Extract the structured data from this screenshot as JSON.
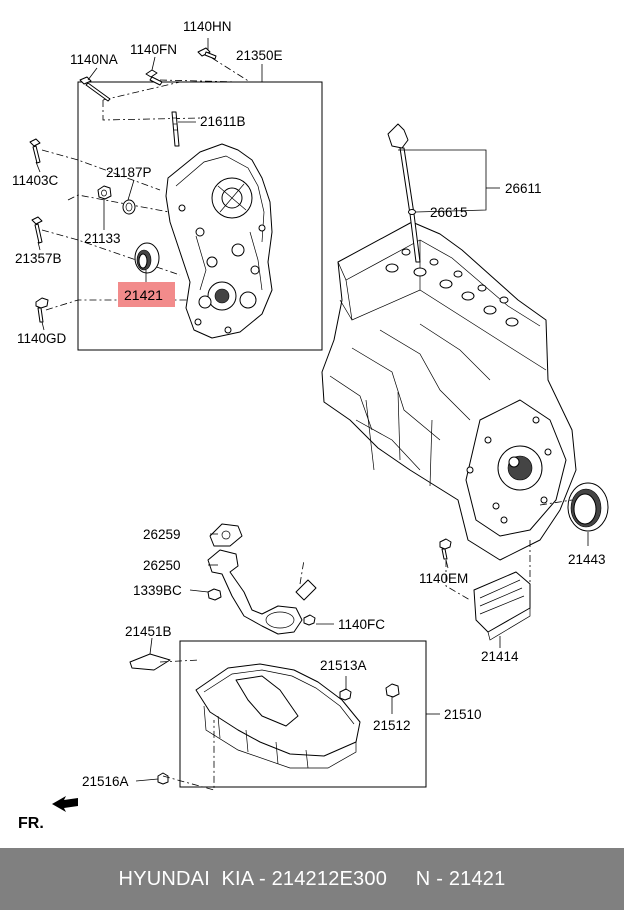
{
  "labels": {
    "p1140HN": "1140HN",
    "p1140NA": "1140NA",
    "p1140FN": "1140FN",
    "p21350E": "21350E",
    "p21611B": "21611B",
    "p11403C": "11403C",
    "p21187P": "21187P",
    "p21133": "21133",
    "p21357B": "21357B",
    "p21421": "21421",
    "p1140GD": "1140GD",
    "p26611": "26611",
    "p26615": "26615",
    "p21443": "21443",
    "p26259": "26259",
    "p26250": "26250",
    "p1339BC": "1339BC",
    "p1140FC": "1140FC",
    "p1140EM": "1140EM",
    "p21414": "21414",
    "p21451B": "21451B",
    "p21513A": "21513A",
    "p21512": "21512",
    "p21510": "21510",
    "p21516A": "21516A",
    "fr": "FR."
  },
  "highlight_color": "#f28b8b",
  "footer": {
    "text": "HYUNDAI  KIA - 214212E300     N - 21421",
    "background": "#808080"
  }
}
